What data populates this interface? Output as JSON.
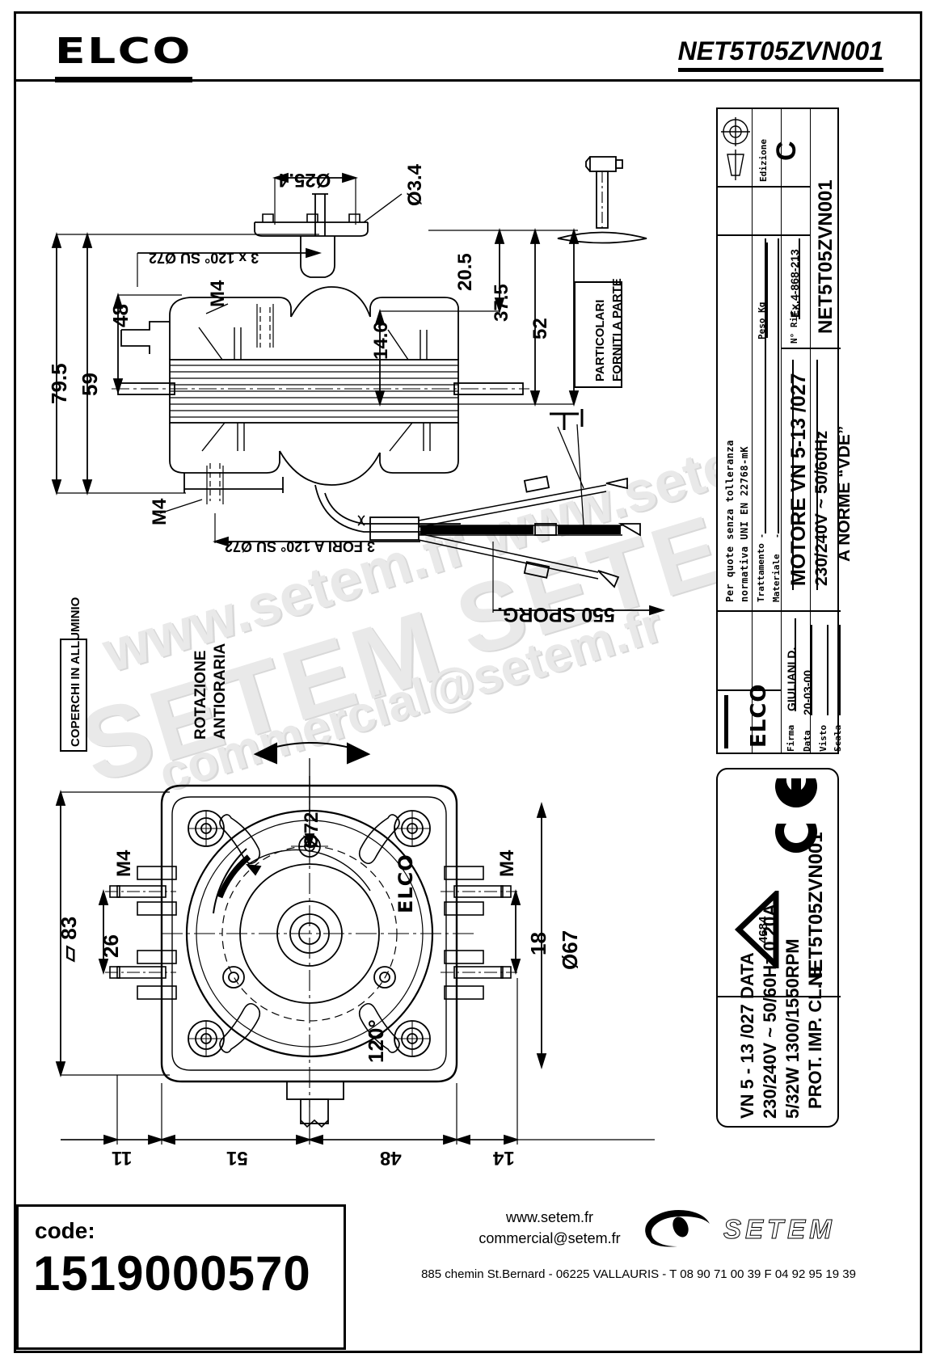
{
  "header": {
    "logo": "ELCO",
    "part_code": "NET5T05ZVN001"
  },
  "top_view": {
    "dims": {
      "d25_4": "Ø25.4",
      "d3_4": "Ø3.4",
      "d79_5": "79.5",
      "d59": "59",
      "d48": "48",
      "d20_5": "20.5",
      "d37_5": "37.5",
      "d52": "52",
      "d14_6": "14.6",
      "m4_top": "M4",
      "m4_bottom": "M4",
      "holes_top": "3 x 120° SU Ø72",
      "holes_bottom": "3 FORI A 120° SU Ø72",
      "lead_len": "550 SPORG."
    },
    "notes": {
      "particolari": "PARTICOLARI FORNITI A PARTE",
      "coperchi": "COPERCHI IN ALLUMINIO"
    }
  },
  "bottom_view": {
    "dims": {
      "d83": "83",
      "d83_prefix": "▱",
      "d26": "26",
      "d18": "18",
      "d67": "Ø67",
      "d72": "Ø72",
      "a120": "120°",
      "m4_left": "M4",
      "m4_right": "M4",
      "b11": "11",
      "b51": "51",
      "b48": "48",
      "b14": "14"
    },
    "rotation_note": "ROTAZIONE\nANTIORARIA",
    "rotation_line1": "ROTAZIONE",
    "rotation_line2": "ANTIORARIA",
    "hub_logo": "ELCO"
  },
  "title_block": {
    "tolerance_line1": "Per quote senza tolleranza",
    "tolerance_line2": "normativa UNI EN 22768-mK",
    "trattamento_label": "Trattamento",
    "trattamento_value": "-",
    "materiale_label": "Materiale",
    "materiale_value": "-",
    "firma_label": "Firma",
    "firma_value": "GIULIANI D.",
    "data_label": "Data",
    "data_value": "20-03-00",
    "visto_label": "Visto",
    "visto_value": "",
    "scala_label": "Scala",
    "scala_value": "",
    "edizione_label": "Edizione",
    "edizione_value": "C",
    "peso_label": "Peso Kg",
    "peso_value": "",
    "rif_label": "N° Rif.",
    "rif_value": "Ex.4-868-213",
    "title": "MOTORE  VN 5-13 /027",
    "voltage": "230/240V ~ 50/60Hz",
    "norm": "A NORME “VDE”",
    "drawing_code": "NET5T05ZVN001",
    "logo": "ELCO"
  },
  "nameplate": {
    "ce_mark": "CE",
    "warning_number": "4684",
    "code": "NET5T05ZVN001",
    "line1": "VN  5 - 13   /027    DATA",
    "line2": "230/240V ~  50/60Hz   0.20A",
    "line3": "5/32W    1300/1550RPM",
    "line4": "PROT. IMP.    CL. B"
  },
  "footer": {
    "code_label": "code:",
    "code_value": "1519000570",
    "website": "www.setem.fr",
    "email": "commercial@setem.fr",
    "address": "885 chemin St.Bernard  -  06225 VALLAURIS  -  T 08 90 71 00 39   F 04 92 95 19 39",
    "brand": "SETEM"
  },
  "watermarks": {
    "w1": "www.setem.fr",
    "w2": "SETEM",
    "w3": "commercial@setem.fr"
  }
}
